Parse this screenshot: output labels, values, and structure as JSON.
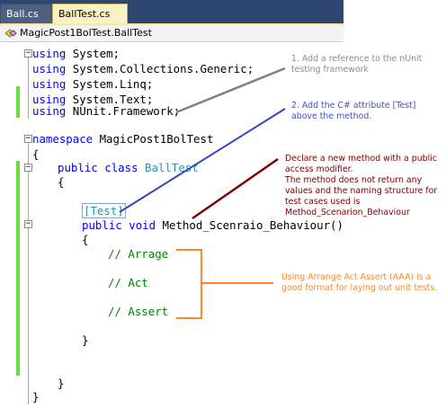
{
  "tabs": [
    {
      "label": "Ball.cs",
      "active": false
    },
    {
      "label": "BallTest.cs",
      "active": true
    }
  ],
  "navigation": {
    "icon": "class-icon",
    "label": "MagicPost1BolTest.BallTest"
  },
  "code": {
    "line1": {
      "kw": "using",
      "rest": " System;"
    },
    "line2": {
      "kw": "using",
      "rest": " System.Collections.Generic;"
    },
    "line3": {
      "kw": "using",
      "rest": " System.Linq;"
    },
    "line4": {
      "kw": "using",
      "rest": " System.Text;"
    },
    "line5": {
      "kw": "using",
      "rest": " NUnit.Framework;"
    },
    "namespace_kw": "namespace",
    "namespace_name": " MagicPost1BolTest",
    "open_brace": "{",
    "close_brace": "}",
    "public_kw": "public",
    "class_kw": "class",
    "class_name": "BallTest",
    "attribute": "[Test]",
    "void_kw": "void",
    "method_sig": " Method_Scenraio_Behaviour()",
    "comment_arrange": "// Arrage",
    "comment_act": "// Act",
    "comment_assert": "// Assert"
  },
  "annotations": {
    "note1": [
      "1. Add a reference to the nUnit",
      "testing framework"
    ],
    "note2": [
      "2. Add the C# attribute [Test]",
      "above the method."
    ],
    "note3": [
      "Declare a new method with a public",
      "access modifier.",
      "The method does not return any",
      "values and the naming structure for",
      "test cases used is",
      "Method_Scenarion_Behaviour"
    ],
    "note4": [
      "Using Arrange Act Assert (AAA) is a",
      "good format for laying out unit tests."
    ]
  },
  "colors": {
    "keyword": "#0000ff",
    "type": "#2b91af",
    "comment": "#008000",
    "grey_note": "#8b8b8b",
    "blue_note": "#3f51d3",
    "red_note": "#7c0000",
    "orange_note": "#f08c32",
    "change_bar": "#6cdb3d"
  }
}
